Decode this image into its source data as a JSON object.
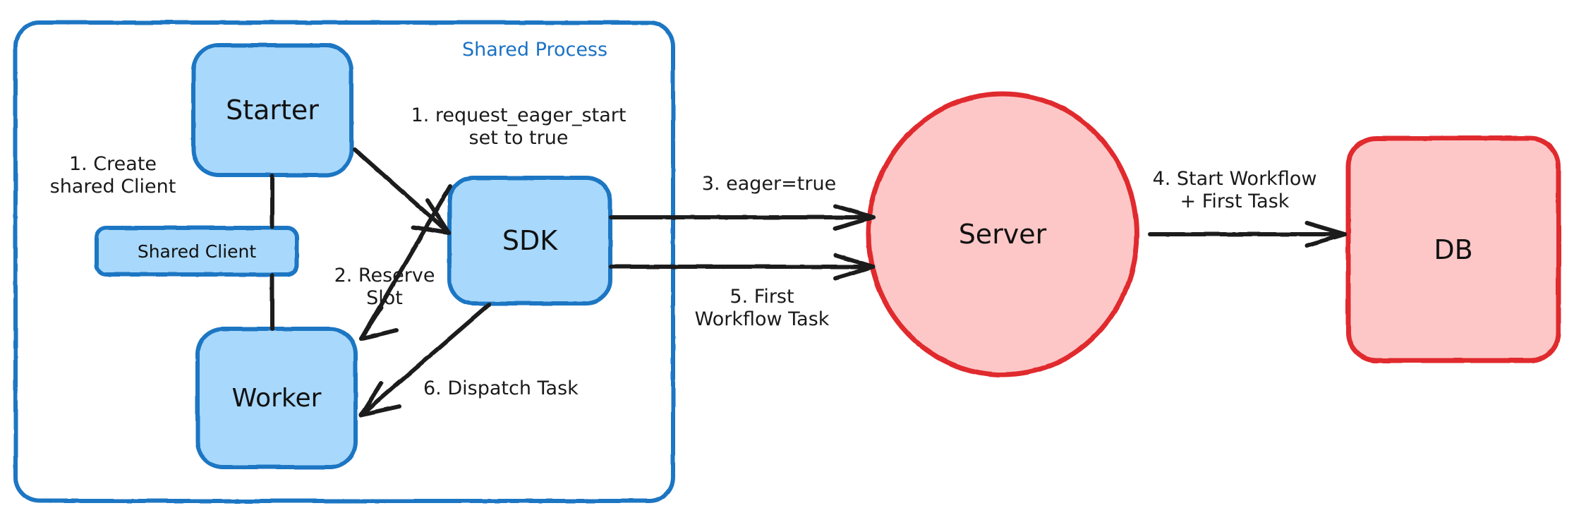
{
  "diagram": {
    "title_group": "Shared Process",
    "colors": {
      "blue_stroke": "#1d76c3",
      "blue_fill": "#a8d8fb",
      "blue_text": "#1a72c4",
      "red_stroke": "#e02c2f",
      "red_fill": "#fdc7c7",
      "arrow": "#1c1c1c",
      "background": "#ffffff"
    },
    "nodes": [
      {
        "id": "starter",
        "label": "Starter",
        "shape": "rounded-rect",
        "palette": "blue"
      },
      {
        "id": "shared-client",
        "label": "Shared Client",
        "shape": "rounded-rect",
        "palette": "blue"
      },
      {
        "id": "worker",
        "label": "Worker",
        "shape": "rounded-rect",
        "palette": "blue"
      },
      {
        "id": "sdk",
        "label": "SDK",
        "shape": "rounded-rect",
        "palette": "blue"
      },
      {
        "id": "server",
        "label": "Server",
        "shape": "ellipse",
        "palette": "red"
      },
      {
        "id": "db",
        "label": "DB",
        "shape": "rounded-rect",
        "palette": "red"
      }
    ],
    "edges": [
      {
        "id": "e1",
        "label": "1. Create\nshared Client",
        "from": "starter",
        "to": "shared-client"
      },
      {
        "id": "e2",
        "label": "1. request_eager_start\nset to true",
        "from": "starter",
        "to": "sdk"
      },
      {
        "id": "e3",
        "label": "2. Reserve\nSlot",
        "from": "sdk",
        "to": "worker"
      },
      {
        "id": "e4",
        "label": "3. eager=true",
        "from": "sdk",
        "to": "server"
      },
      {
        "id": "e5",
        "label": "4. Start Workflow\n+ First Task",
        "from": "server",
        "to": "db"
      },
      {
        "id": "e6",
        "label": "5. First\nWorkflow Task",
        "from": "sdk",
        "to": "server"
      },
      {
        "id": "e7",
        "label": "6. Dispatch Task",
        "from": "sdk",
        "to": "worker"
      }
    ]
  }
}
